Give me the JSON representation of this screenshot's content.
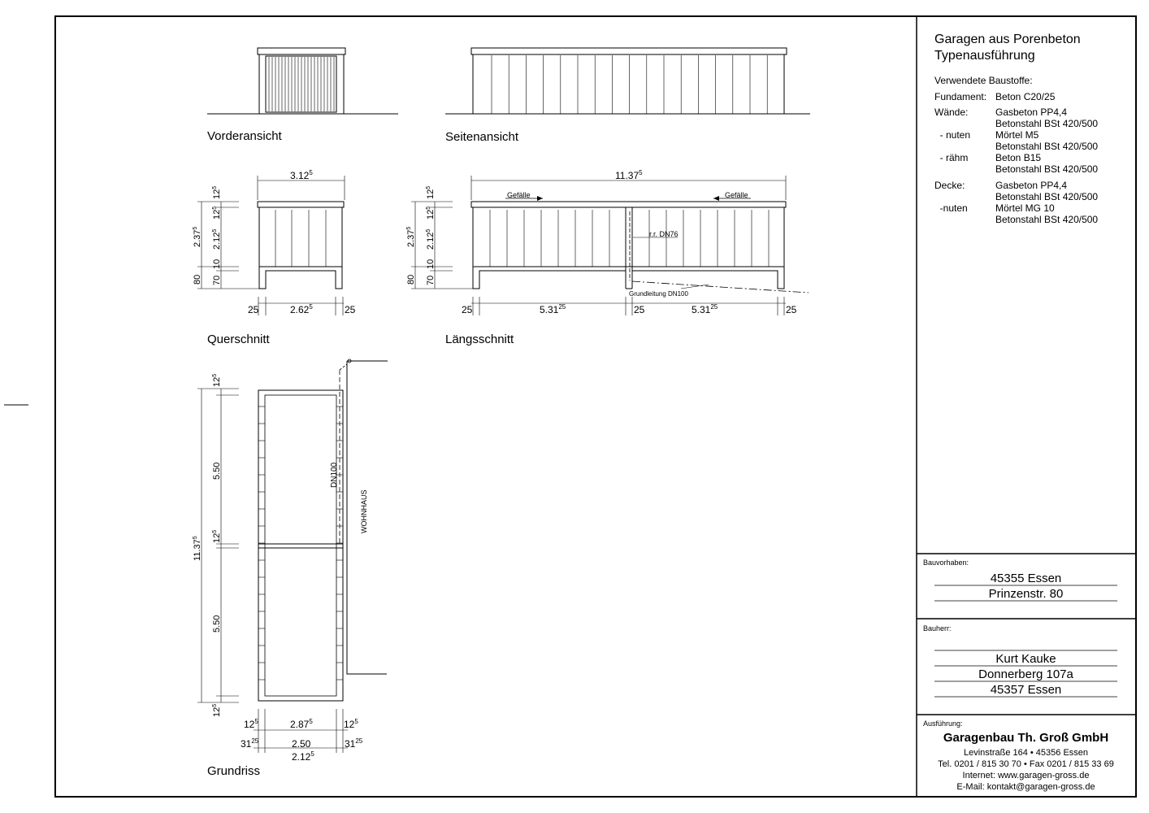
{
  "header": {
    "title_line1": "Garagen aus Porenbeton",
    "title_line2": "Typenausführung",
    "materials_heading": "Verwendete Baustoffe:"
  },
  "materials": [
    {
      "label": "Fundament:",
      "values": [
        "Beton C20/25"
      ]
    },
    {
      "label": "Wände:",
      "values": [
        "Gasbeton PP4,4",
        "Betonstahl BSt 420/500"
      ]
    },
    {
      "label": "  - nuten",
      "values": [
        "Mörtel M5",
        "Betonstahl BSt 420/500"
      ]
    },
    {
      "label": "  - rähm",
      "values": [
        "Beton B15",
        "Betonstahl BSt 420/500"
      ]
    },
    {
      "label": "Decke:",
      "values": [
        "Gasbeton PP4,4",
        "Betonstahl BSt 420/500"
      ]
    },
    {
      "label": "  -nuten",
      "values": [
        "Mörtel MG 10",
        "Betonstahl BSt 420/500"
      ]
    }
  ],
  "bauvorhaben": {
    "heading": "Bauvorhaben:",
    "line1": "45355 Essen",
    "line2": "Prinzenstr. 80"
  },
  "bauherr": {
    "heading": "Bauherr:",
    "name": "Kurt Kauke",
    "street": "Donnerberg 107a",
    "city": "45357 Essen"
  },
  "ausfuehrung": {
    "heading": "Ausführung:",
    "company": "Garagenbau Th. Groß GmbH",
    "address": "Levinstraße 164 • 45356 Essen",
    "phone": "Tel. 0201 / 815 30 70 • Fax 0201 / 815 33 69",
    "internet": "Internet: www.garagen-gross.de",
    "email": "E-Mail: kontakt@garagen-gross.de"
  },
  "views": {
    "front": "Vorderansicht",
    "side": "Seitenansicht",
    "cross": "Querschnitt",
    "long": "Längsschnitt",
    "plan": "Grundriss"
  },
  "annotations": {
    "gefaelle": "Gefälle",
    "rr": "r.r. DN76",
    "grundleitung": "Grundleitung DN100",
    "dn100": "DN100",
    "wohnhaus": "WOHNHAUS"
  },
  "dims": {
    "cross_top": "3.12",
    "cross_top_sup": "5",
    "cross_bot_mid": "2.62",
    "cross_bot_mid_sup": "5",
    "d25": "25",
    "long_top": "11.37",
    "long_top_sup": "5",
    "long_seg": "5.31",
    "long_seg_sup": "25",
    "h_12": "12",
    "h_12_sup": "5",
    "h_212": "2.12",
    "h_212_sup": "5",
    "h_237": "2.37",
    "h_237_sup": "5",
    "h_10": "10",
    "h_70": "70",
    "h_80": "80",
    "plan_550": "5.50",
    "plan_total": "11.37",
    "plan_total_sup": "5",
    "plan_w": "2.87",
    "plan_w_sup": "5",
    "plan_side": "12",
    "plan_side_sup": "5",
    "plan_250": "2.50",
    "plan_3125": "31",
    "plan_3125_sup": "25",
    "plan_212": "2.12",
    "plan_212_sup": "5"
  }
}
